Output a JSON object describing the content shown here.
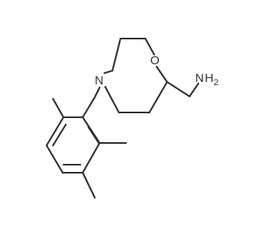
{
  "molecule": {
    "atoms": {
      "oxygen": "O",
      "nitrogen": "N",
      "amine_n": "N",
      "amine_h": "H",
      "amine_h_count": "2"
    },
    "colors": {
      "bond": "#303030",
      "label": "#303030",
      "background": "#ffffff"
    }
  }
}
